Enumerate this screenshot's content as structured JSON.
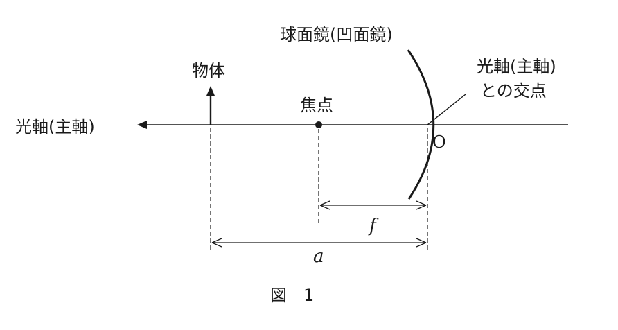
{
  "diagram": {
    "labels": {
      "mirror": "球面鏡(凹面鏡)",
      "object": "物体",
      "focus": "焦点",
      "axis_left": "光軸(主軸)",
      "intersection_line1": "光軸(主軸)",
      "intersection_line2": "との交点",
      "origin": "O",
      "focal_length": "f",
      "distance": "a",
      "caption": "図　1"
    },
    "colors": {
      "ink": "#1a1a1a",
      "background": "#ffffff"
    }
  }
}
